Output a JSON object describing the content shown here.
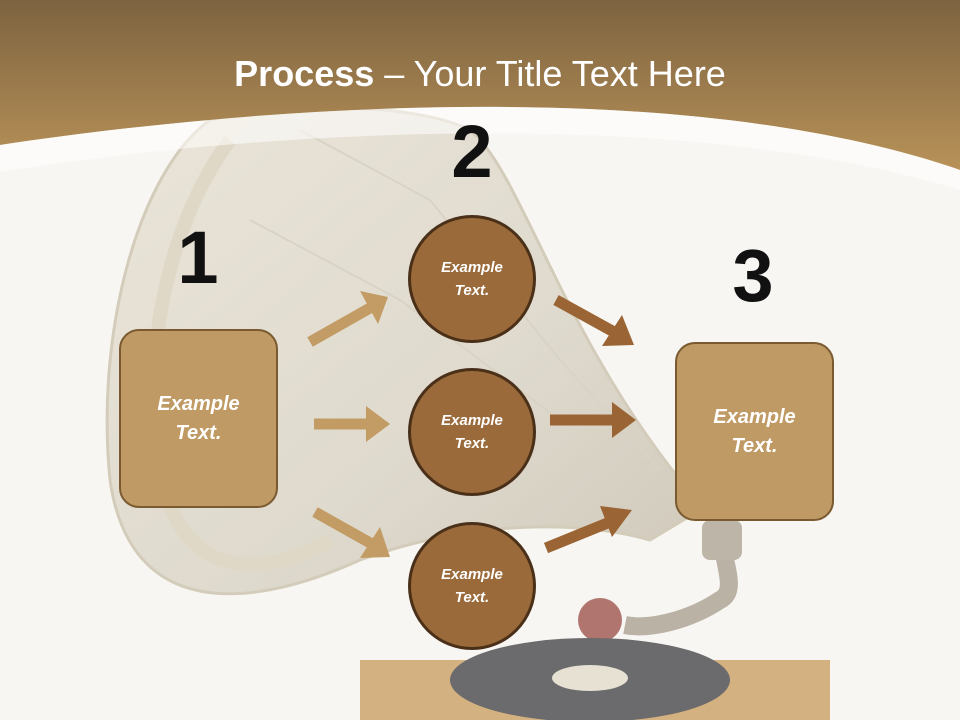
{
  "title": {
    "bold": "Process",
    "rest": " – Your Title Text Here"
  },
  "steps": [
    {
      "number": "1",
      "box_text": [
        "Example",
        "Text."
      ]
    },
    {
      "number": "2",
      "circles": [
        {
          "line1": "Example",
          "line2": "Text."
        },
        {
          "line1": "Example",
          "line2": "Text."
        },
        {
          "line1": "Example",
          "line2": "Text."
        }
      ]
    },
    {
      "number": "3",
      "box_text": [
        "Example",
        "Text."
      ]
    }
  ],
  "colors": {
    "banner": "#a88450",
    "box_fill": "#c09a64",
    "circle_fill": "#9a6a3a",
    "arrow_light": "#c29c64",
    "arrow_dark": "#9a6434"
  },
  "background_image": "gramophone-illustration"
}
